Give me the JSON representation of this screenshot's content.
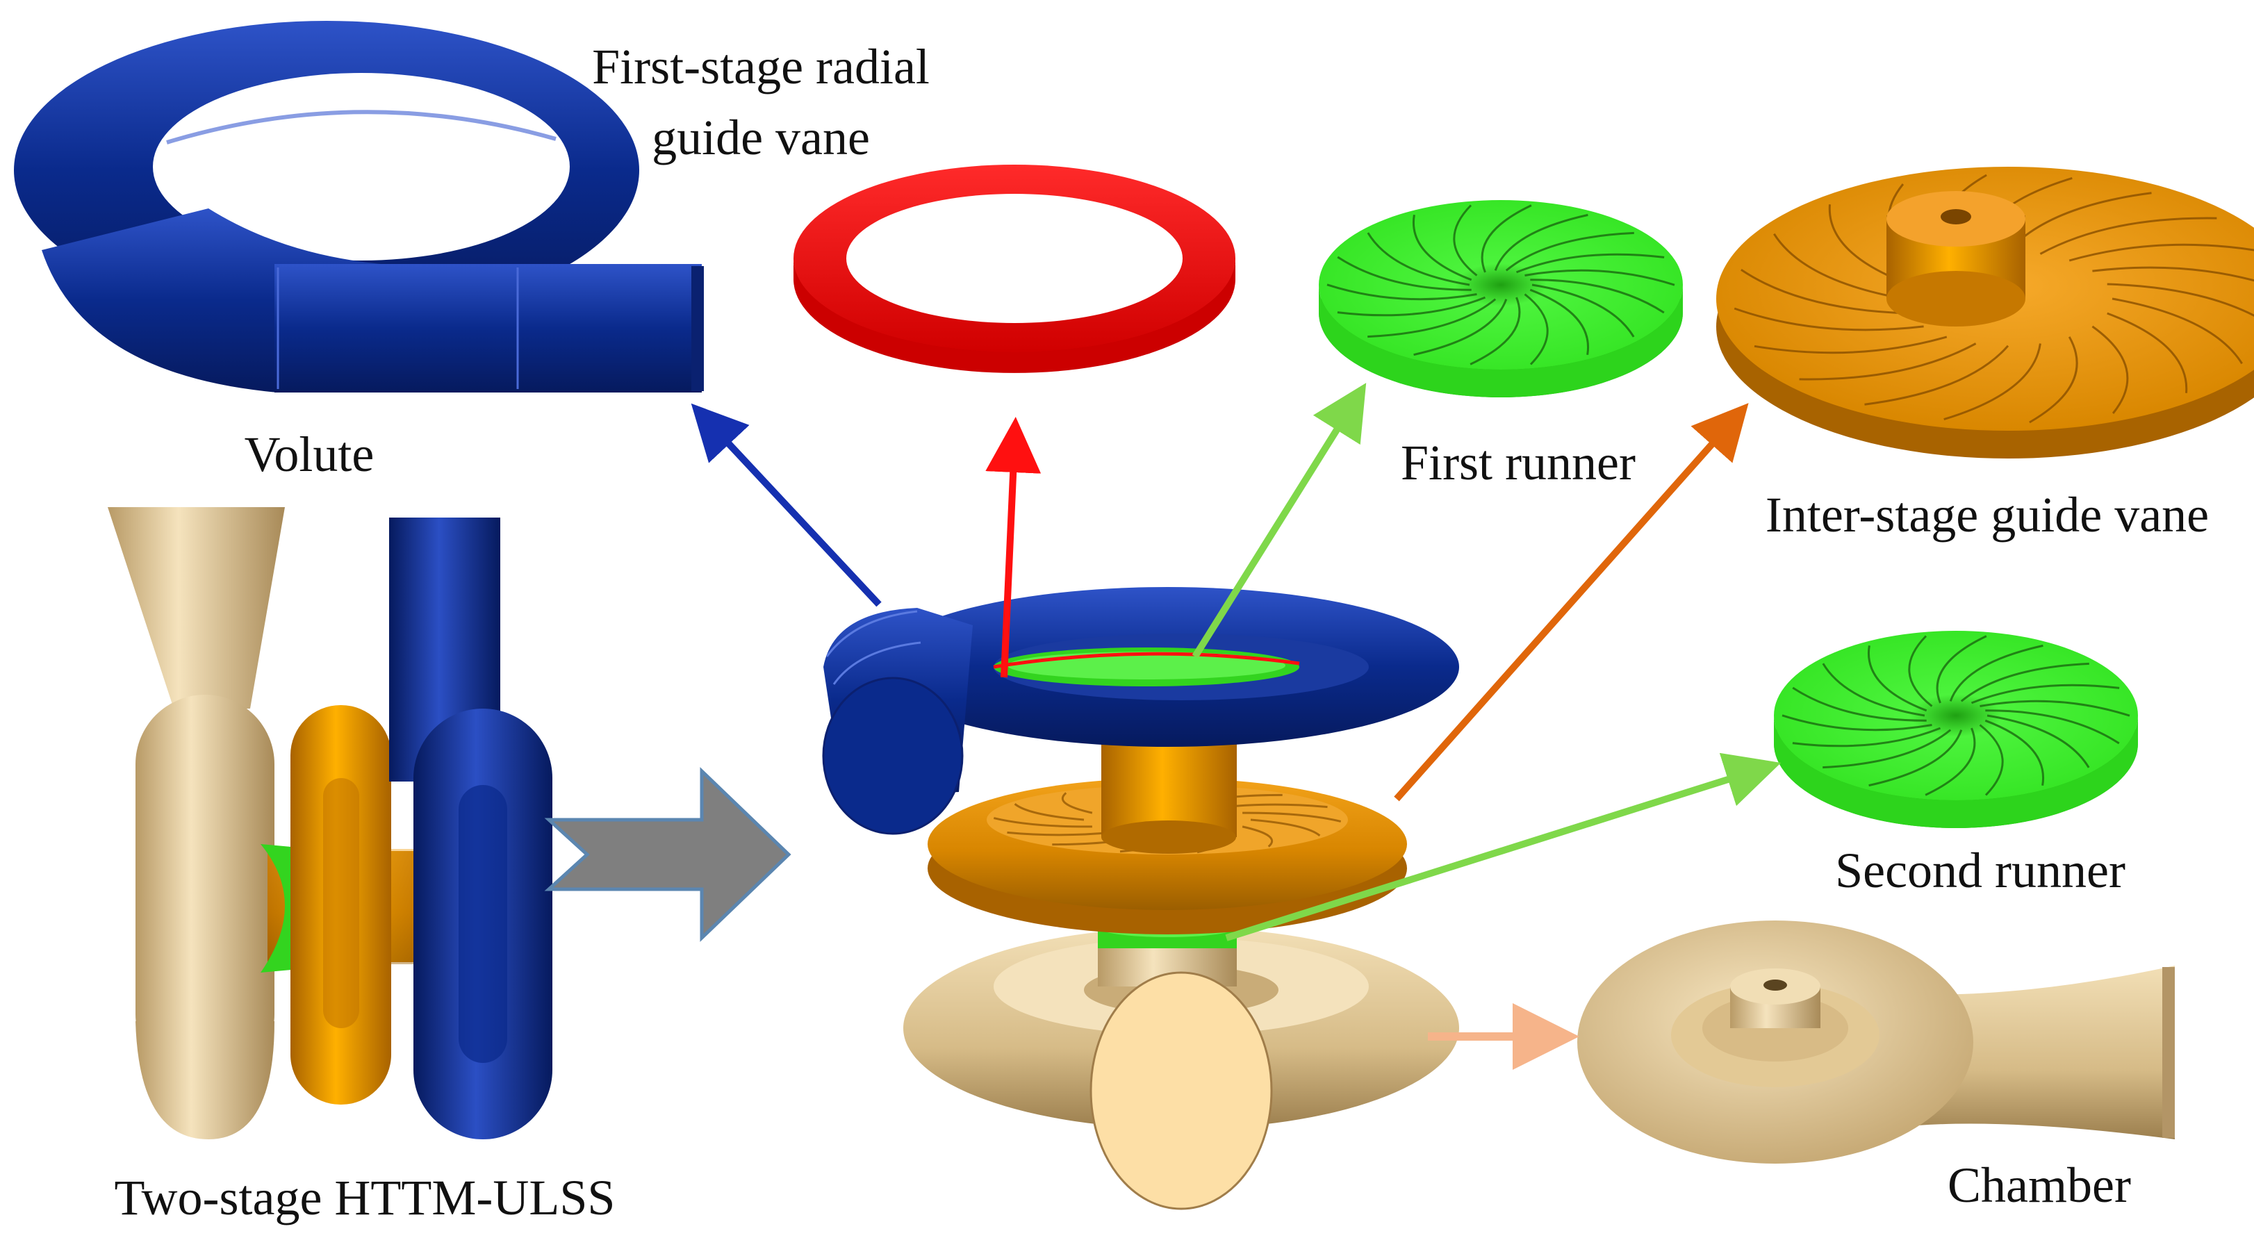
{
  "labels": {
    "volute": "Volute",
    "first_stage_line1": "First-stage radial",
    "first_stage_line2": "guide vane",
    "first_runner": "First runner",
    "inter_stage": "Inter-stage guide vane",
    "second_runner": "Second runner",
    "chamber": "Chamber",
    "assembly": "Two-stage HTTM-ULSS"
  },
  "colors": {
    "volute": "#0b2a8a",
    "radial_guide_vane": "#ff1010",
    "runner": "#33ee22",
    "inter_stage": "#e08a00",
    "chamber": "#e9cf9c",
    "arrow_main": "#7f7f7f"
  },
  "icons": [
    "volute-shape",
    "radial-guide-vane-ring",
    "runner-disc",
    "inter-stage-vane-disc",
    "chamber-shape",
    "big-right-arrow"
  ]
}
